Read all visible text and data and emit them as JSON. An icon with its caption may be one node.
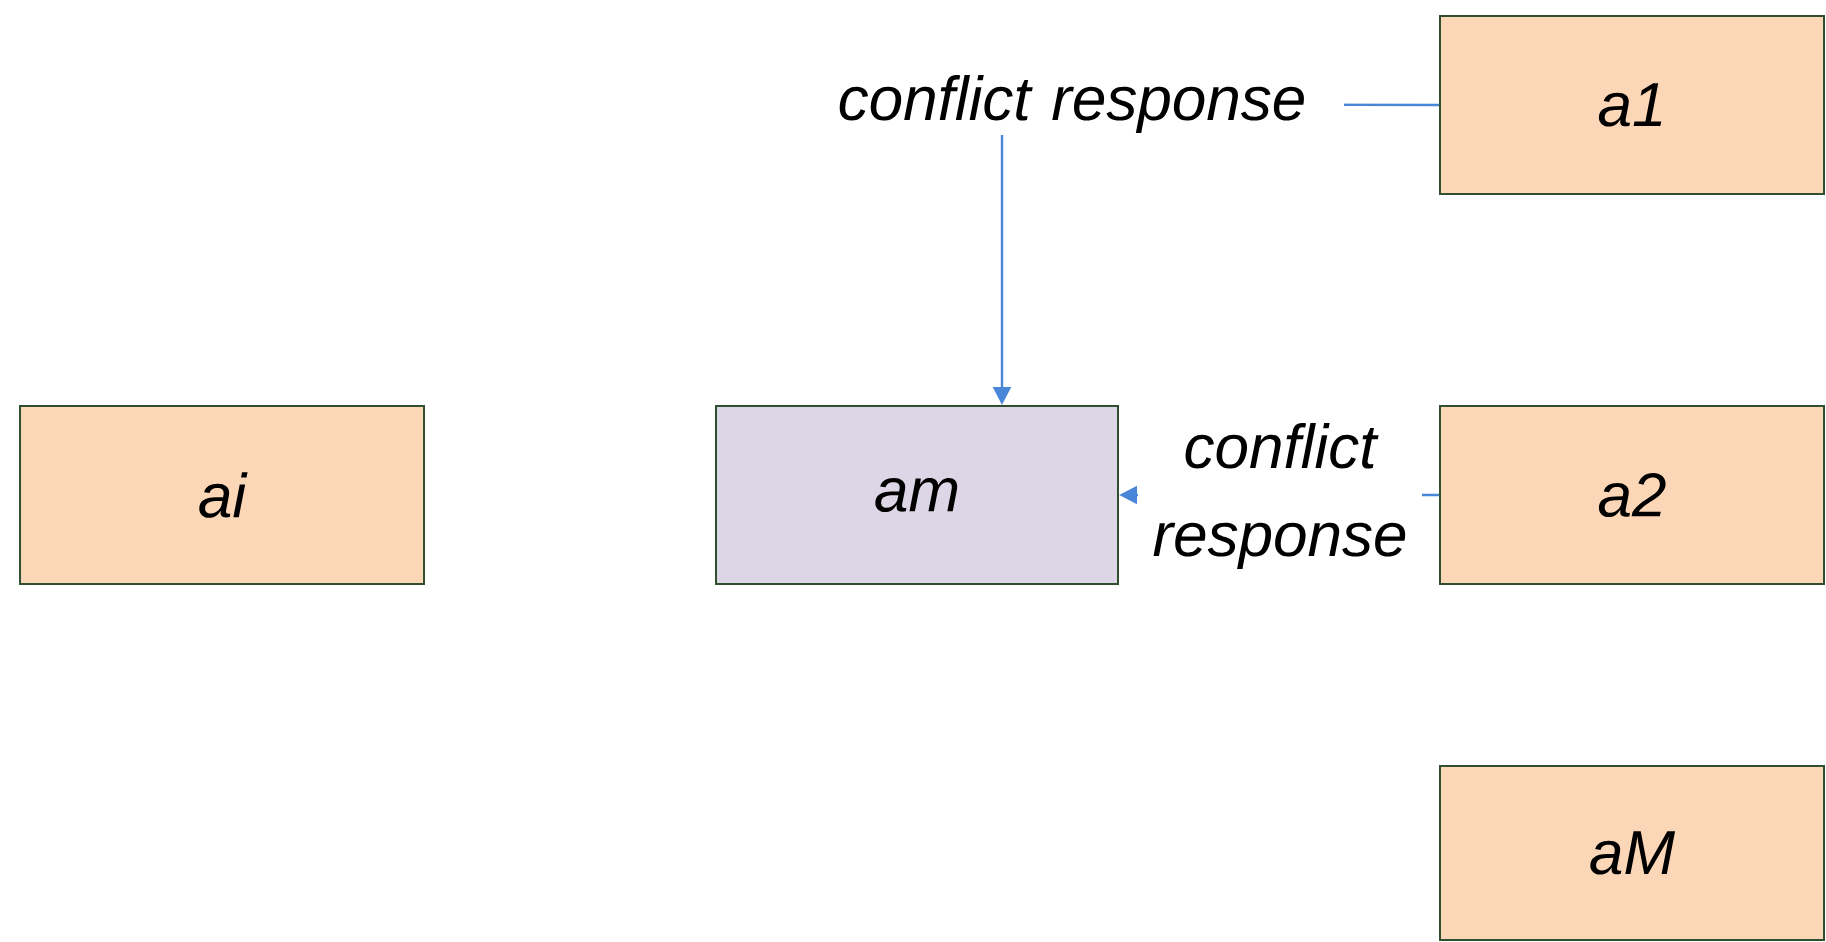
{
  "diagram": {
    "nodes": [
      {
        "text": [
          "ai"
        ]
      },
      {
        "text": [
          "am"
        ]
      },
      {
        "text": [
          "a1"
        ]
      },
      {
        "text": [
          "a2"
        ]
      },
      {
        "text": [
          "aM"
        ]
      }
    ],
    "edges": [
      {
        "from": 2,
        "to": 1,
        "arrow": "to",
        "label": "conflict response"
      },
      {
        "from": 3,
        "to": 1,
        "arrow": "to",
        "label": "conflict response"
      }
    ]
  }
}
